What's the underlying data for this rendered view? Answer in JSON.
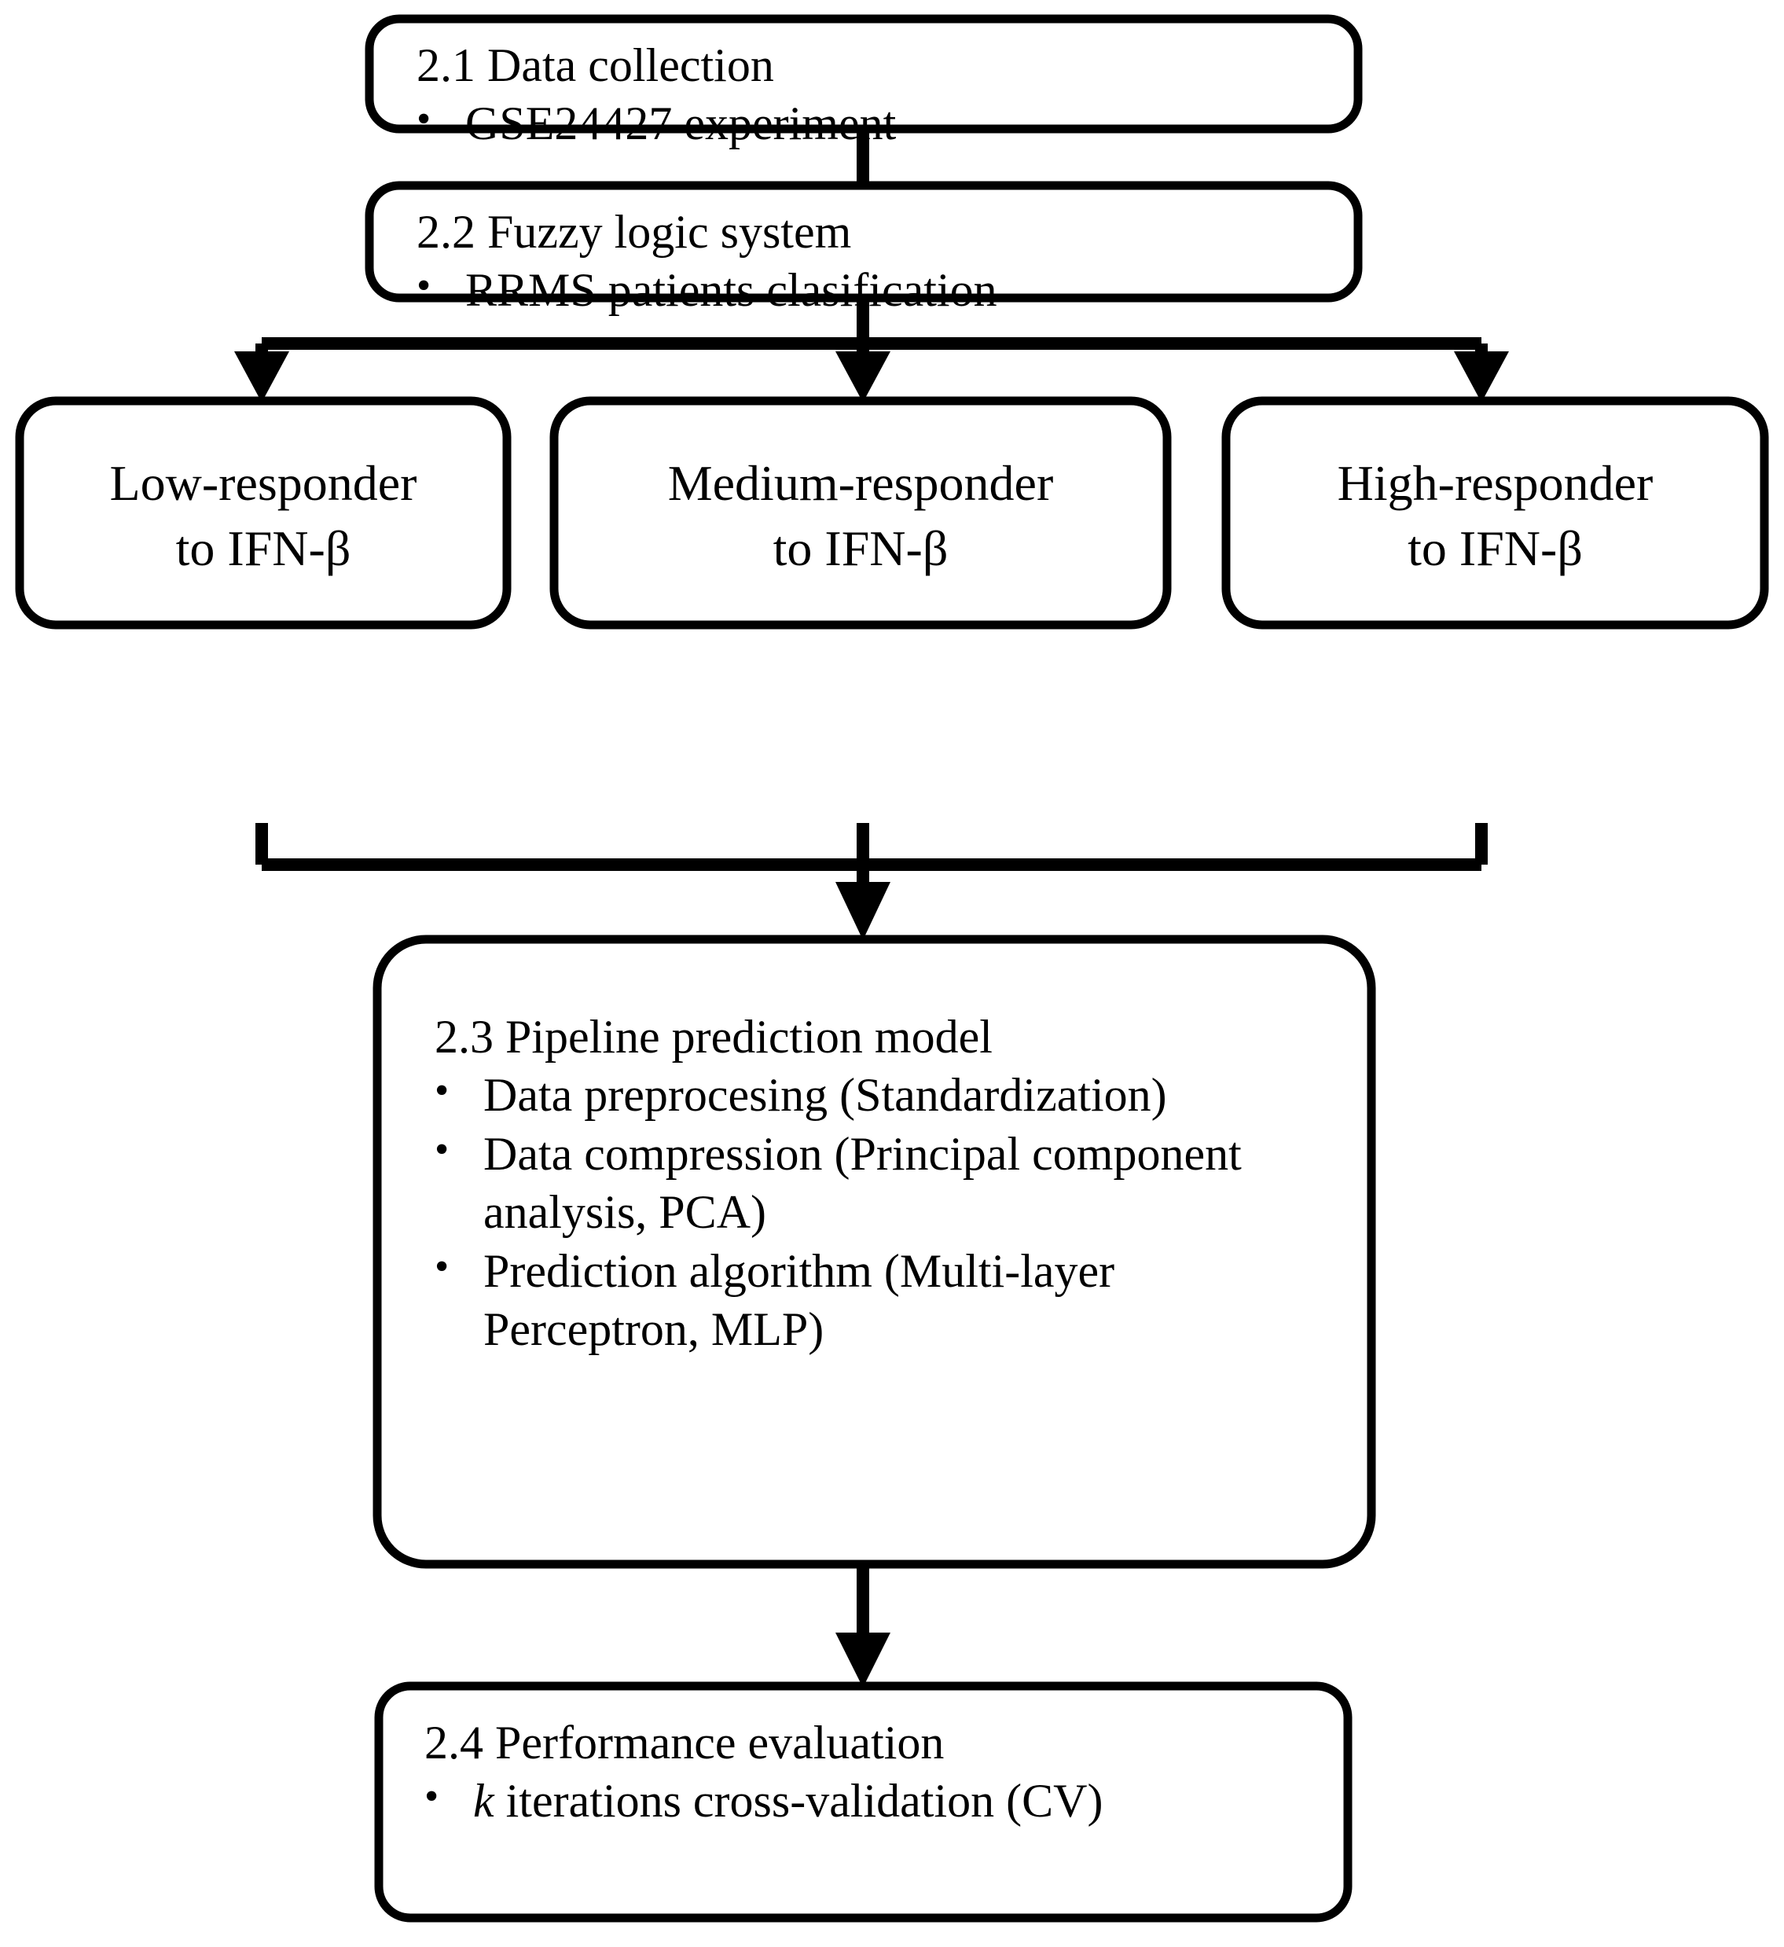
{
  "diagram": {
    "title_semantic": "methodology-pipeline-flowchart",
    "stroke_color": "#000000",
    "fill_color": "#ffffff",
    "background": "#ffffff",
    "nodes": {
      "data_collection": {
        "heading": "2.1 Data collection",
        "bullets": [
          "GSE24427 experiment"
        ],
        "bullet_glyph": "•"
      },
      "fuzzy_logic": {
        "heading": "2.2 Fuzzy logic system",
        "bullets": [
          "RRMS patients clasification"
        ],
        "bullet_glyph": "•"
      },
      "low_responder": {
        "line1": "Low-responder",
        "line2": "to IFN-β"
      },
      "medium_responder": {
        "line1": "Medium-responder",
        "line2": "to IFN-β"
      },
      "high_responder": {
        "line1": "High-responder",
        "line2": "to IFN-β"
      },
      "pipeline_model": {
        "heading": "2.3 Pipeline prediction model",
        "bullets": [
          "Data preprocesing (Standardization)",
          "Data compression (Principal component analysis, PCA)",
          "Prediction algorithm (Multi-layer Perceptron, MLP)"
        ],
        "bullet_glyph": "•"
      },
      "performance_eval": {
        "heading": "2.4 Performance evaluation",
        "bullet_italic_prefix": "k",
        "bullet_rest": " iterations cross-validation (CV)",
        "bullet_glyph": "•"
      }
    },
    "edges": [
      {
        "name": "collection-to-fuzzy",
        "from": "data_collection",
        "to": "fuzzy_logic",
        "style": "straight-arrow"
      },
      {
        "name": "fuzzy-to-low",
        "from": "fuzzy_logic",
        "to": "low_responder",
        "style": "branch-arrow"
      },
      {
        "name": "fuzzy-to-medium",
        "from": "fuzzy_logic",
        "to": "medium_responder",
        "style": "branch-arrow"
      },
      {
        "name": "fuzzy-to-high",
        "from": "fuzzy_logic",
        "to": "high_responder",
        "style": "branch-arrow"
      },
      {
        "name": "responders-to-pipeline",
        "from": "responder_row",
        "to": "pipeline_model",
        "style": "merge-arrow"
      },
      {
        "name": "pipeline-to-evaluation",
        "from": "pipeline_model",
        "to": "performance_eval",
        "style": "straight-arrow"
      }
    ]
  }
}
